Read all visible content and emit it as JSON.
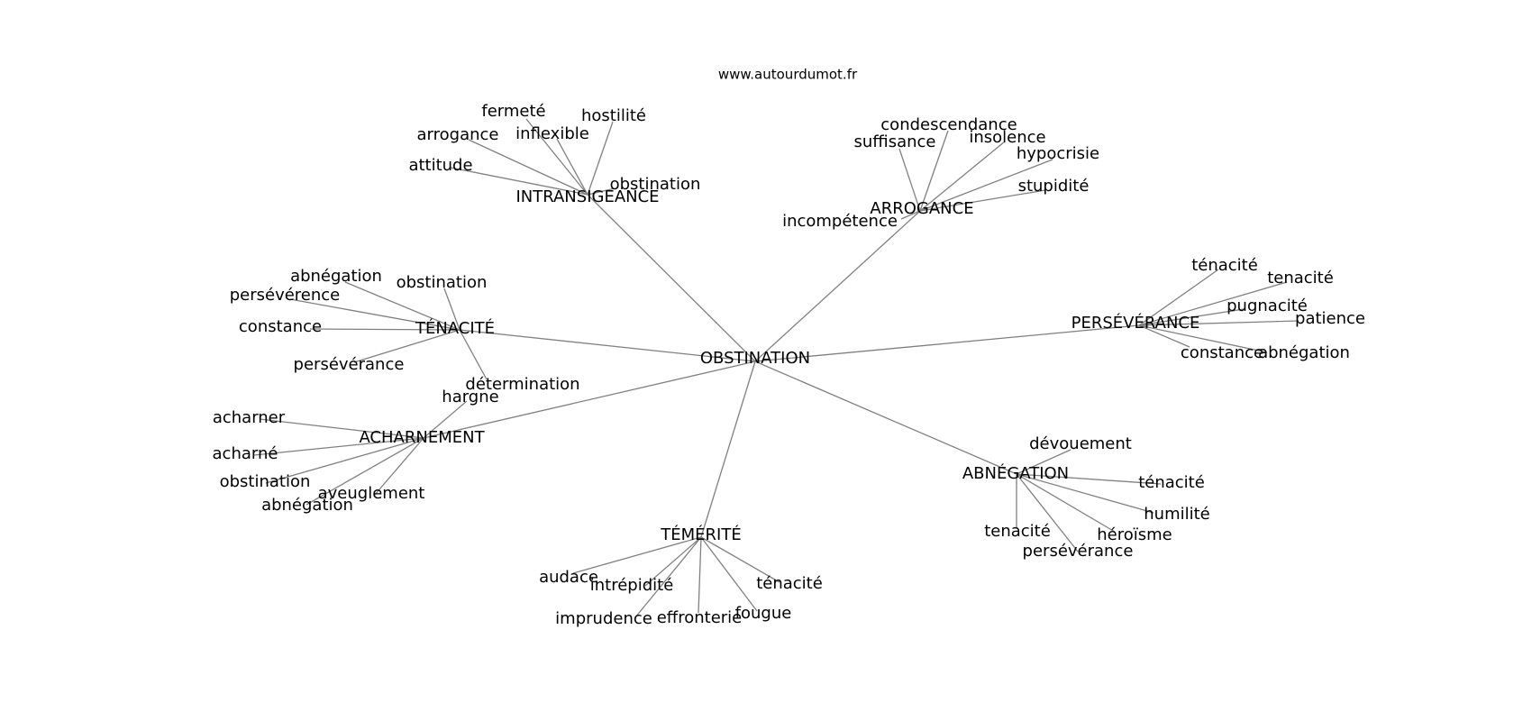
{
  "site_label": "www.autourdumot.fr",
  "center": "OBSTINATION",
  "groups": [
    {
      "label": "INTRANSIGEANCE",
      "leaves": [
        "fermeté",
        "hostilité",
        "arrogance",
        "inflexible",
        "attitude",
        "obstination"
      ]
    },
    {
      "label": "ARROGANCE",
      "leaves": [
        "condescendance",
        "suffisance",
        "insolence",
        "hypocrisie",
        "stupidité",
        "incompétence"
      ]
    },
    {
      "label": "TÉNACITÉ",
      "leaves": [
        "abnégation",
        "obstination",
        "persévérence",
        "constance",
        "persévérance",
        "détermination"
      ]
    },
    {
      "label": "PERSÉVÉRANCE",
      "leaves": [
        "ténacité",
        "tenacité",
        "pugnacité",
        "patience",
        "constance",
        "abnégation"
      ]
    },
    {
      "label": "ACHARNEMENT",
      "leaves": [
        "hargne",
        "acharner",
        "acharné",
        "obstination",
        "aveuglement",
        "abnégation"
      ]
    },
    {
      "label": "ABNÉGATION",
      "leaves": [
        "dévouement",
        "ténacité",
        "humilité",
        "tenacité",
        "héroïsme",
        "persévérance"
      ]
    },
    {
      "label": "TÉMÉRITÉ",
      "leaves": [
        "audace",
        "intrépidité",
        "ténacité",
        "imprudence",
        "effronterie",
        "fougue"
      ]
    }
  ]
}
